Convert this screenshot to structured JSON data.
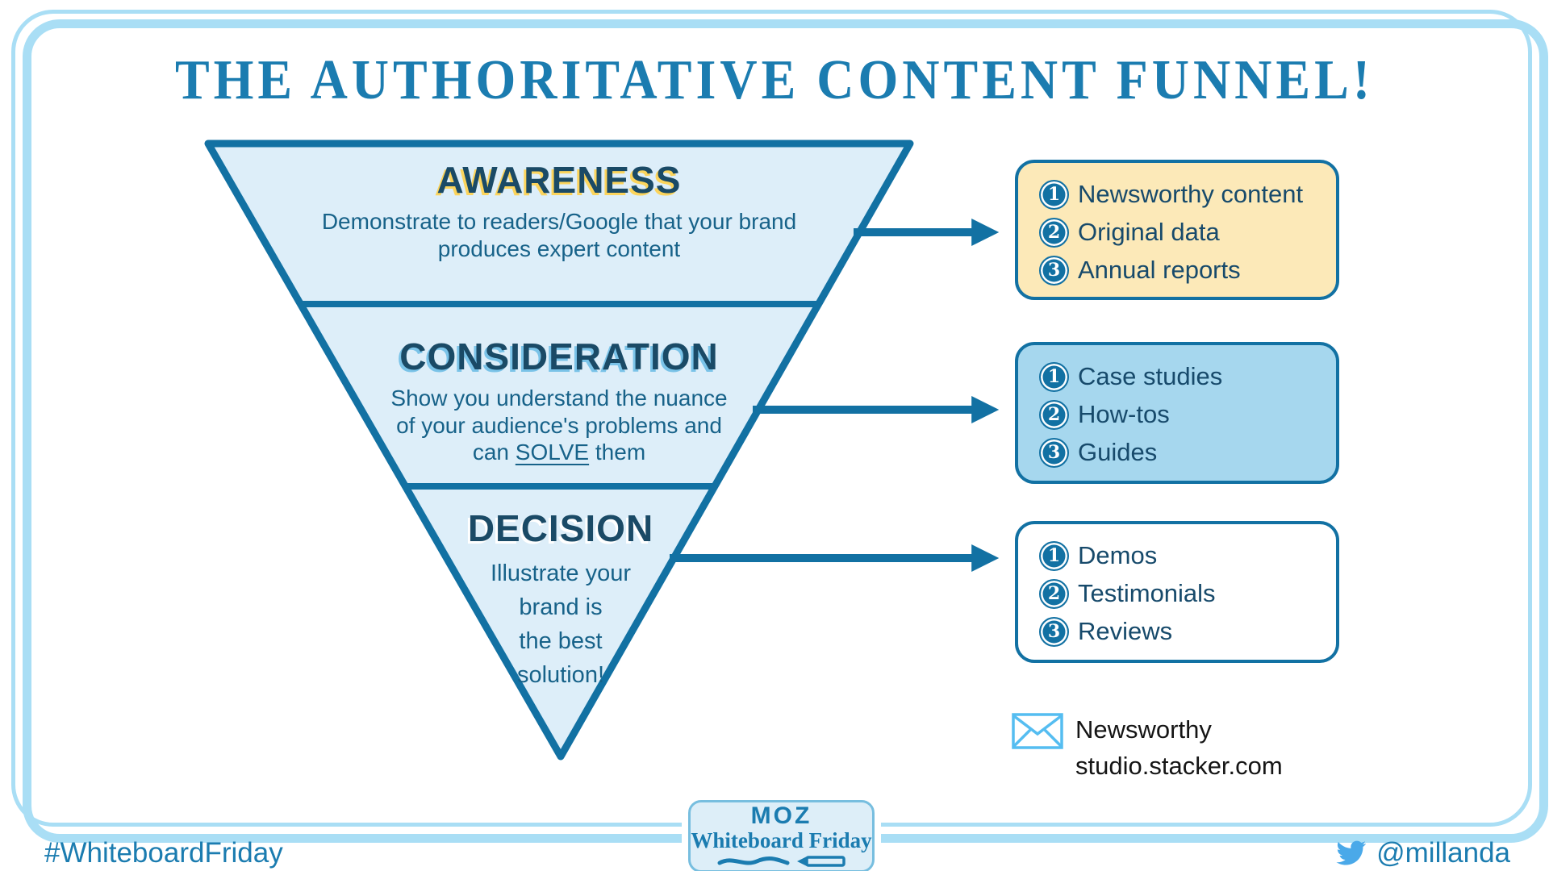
{
  "title": "THE AUTHORITATIVE CONTENT FUNNEL!",
  "funnel": {
    "stages": [
      {
        "name": "AWARENESS",
        "lines": [
          "Demonstrate to readers/Google that your brand",
          "produces expert content"
        ]
      },
      {
        "name": "CONSIDERATION",
        "lines": [
          "Show you understand the nuance",
          "of your audience's problems and"
        ],
        "last_line": {
          "pre": "can ",
          "emph": "SOLVE",
          "post": " them"
        }
      },
      {
        "name": "DECISION",
        "lines": [
          "Illustrate your",
          "brand is",
          "the best",
          "solution!"
        ]
      }
    ]
  },
  "boxes": [
    {
      "variant": "yellow",
      "items": [
        {
          "num": "1",
          "label": "Newsworthy content"
        },
        {
          "num": "2",
          "label": "Original data"
        },
        {
          "num": "3",
          "label": "Annual reports"
        }
      ]
    },
    {
      "variant": "blue",
      "items": [
        {
          "num": "1",
          "label": "Case studies"
        },
        {
          "num": "2",
          "label": "How-tos"
        },
        {
          "num": "3",
          "label": "Guides"
        }
      ]
    },
    {
      "variant": "white",
      "items": [
        {
          "num": "1",
          "label": "Demos"
        },
        {
          "num": "2",
          "label": "Testimonials"
        },
        {
          "num": "3",
          "label": "Reviews"
        }
      ]
    }
  ],
  "contact": {
    "icon": "envelope-icon",
    "line1": "Newsworthy",
    "line2": "studio.stacker.com"
  },
  "footer": {
    "hashtag": "#WhiteboardFriday",
    "logo_top": "MOZ",
    "logo_bottom": "Whiteboard Friday",
    "twitter_handle": "@millanda"
  },
  "colors": {
    "frame": "#a9def5",
    "stroke": "#1271a3",
    "funnel_fill": "#ddeef9",
    "heading_navy": "#1a4a66",
    "shadow_yellow": "#fbd45c",
    "shadow_blue": "#7ac3e8",
    "body_teal": "#176289",
    "title_blue": "#1b7cb0",
    "box_yellow": "#fce9b8",
    "box_blue": "#a6d7ee",
    "envelope_blue": "#55bdf1",
    "twitter_blue": "#4aa9e9"
  }
}
